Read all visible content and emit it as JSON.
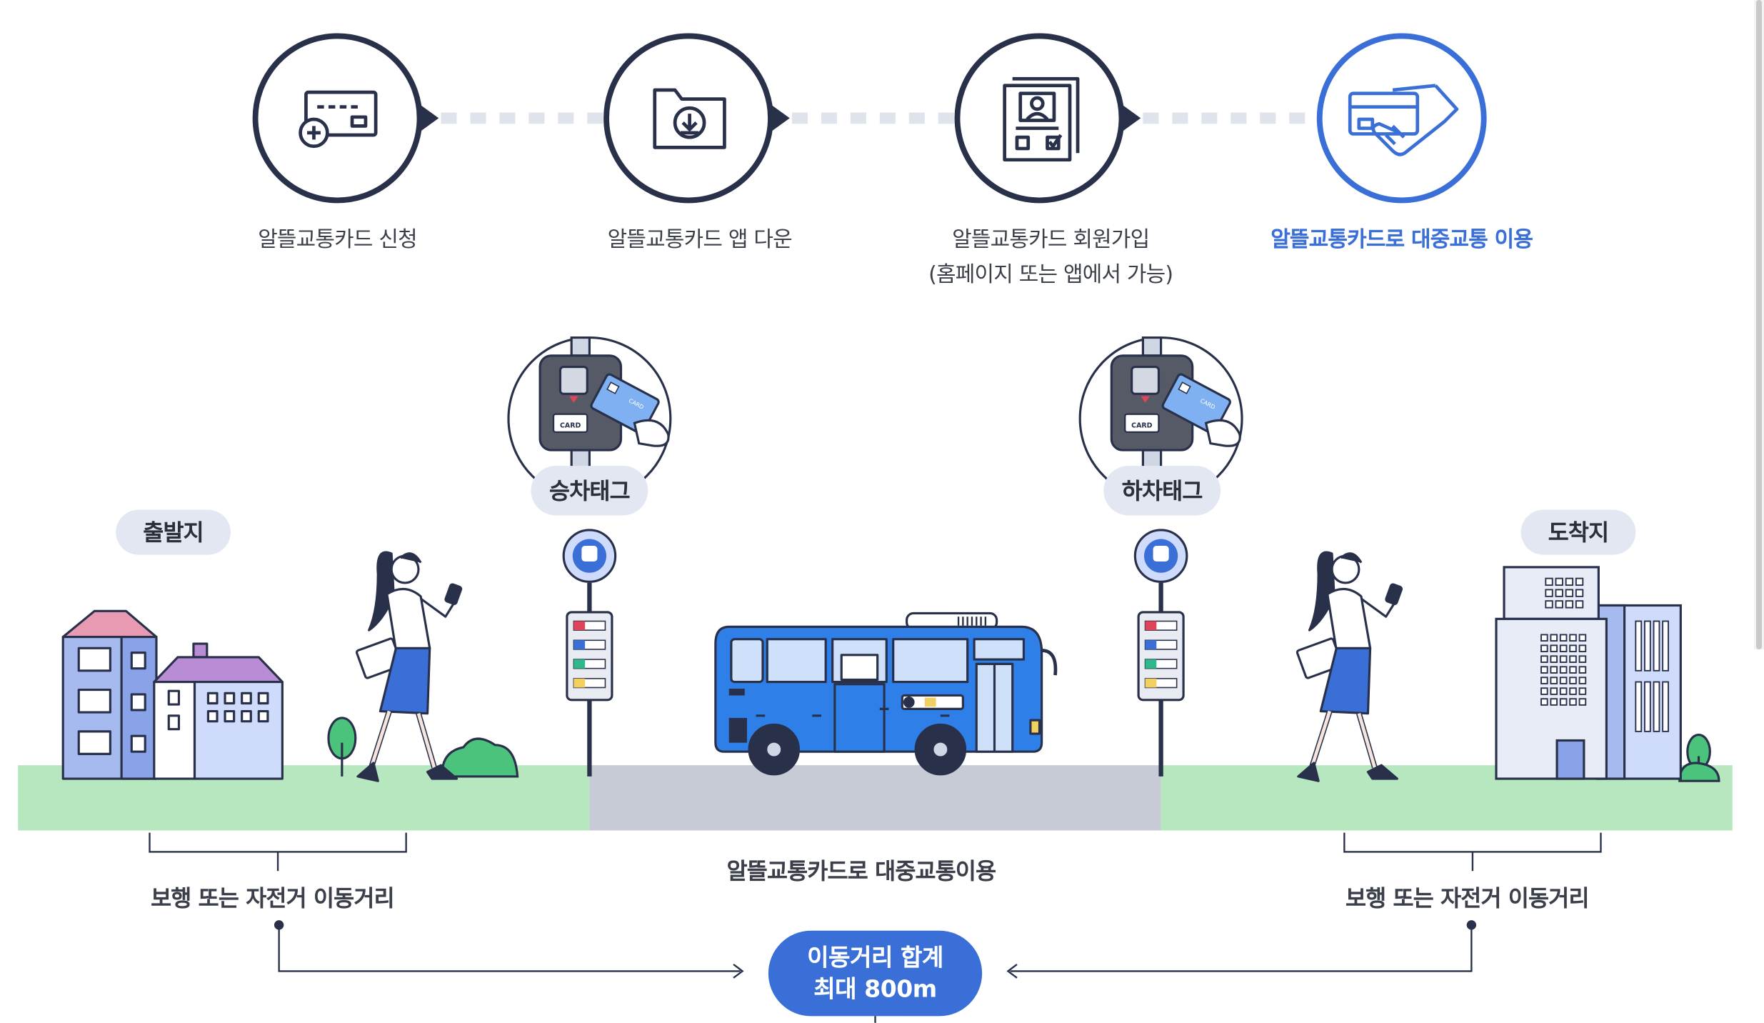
{
  "steps": [
    {
      "icon": "card-add-icon",
      "label": "알뜰교통카드 신청"
    },
    {
      "icon": "folder-download-icon",
      "label": "알뜰교통카드 앱 다운"
    },
    {
      "icon": "member-form-icon",
      "label": "알뜰교통카드 회원가입",
      "sub": "(홈페이지 또는 앱에서 가능)"
    },
    {
      "icon": "card-handshake-icon",
      "label": "알뜰교통카드로 대중교통 이용"
    }
  ],
  "scene": {
    "departure": "출발지",
    "arrival": "도착지",
    "board_tag": "승차태그",
    "alight_tag": "하차태그",
    "card_text": "CARD",
    "transit_label": "알뜰교통카드로 대중교통이용",
    "walk_left": "보행 또는 자전거 이동거리",
    "walk_right": "보행 또는 자전거 이동거리",
    "total_line1": "이동거리 합계",
    "total_line2": "최대 800m"
  },
  "colors": {
    "navy": "#28304a",
    "accent": "#3b6fd8",
    "ground_green": "#b6e7bf",
    "road_gray": "#c7cbd6",
    "bus_blue": "#2f7fe8"
  }
}
